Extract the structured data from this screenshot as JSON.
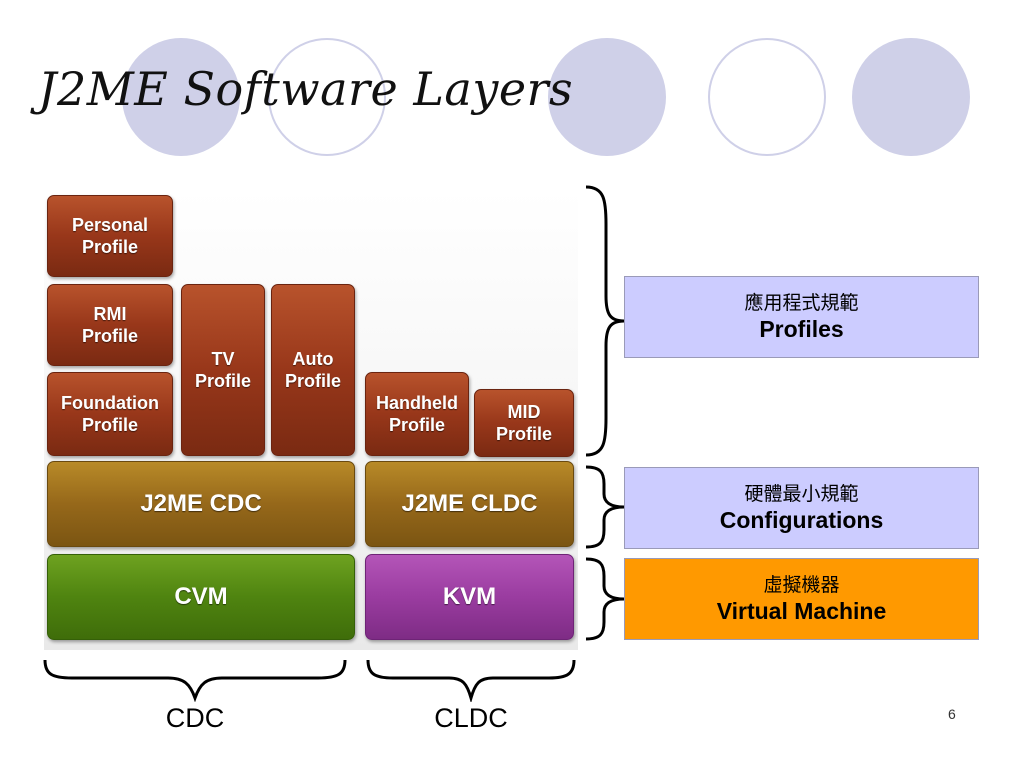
{
  "slide": {
    "title": "J2ME Software Layers",
    "page_number": "6"
  },
  "decor": {
    "circle_fill": "#cfd0e8"
  },
  "stack": {
    "profiles": [
      {
        "id": "personal",
        "label": "Personal\nProfile"
      },
      {
        "id": "rmi",
        "label": "RMI\nProfile"
      },
      {
        "id": "foundation",
        "label": "Foundation\nProfile"
      },
      {
        "id": "tv",
        "label": "TV\nProfile"
      },
      {
        "id": "auto",
        "label": "Auto\nProfile"
      },
      {
        "id": "handheld",
        "label": "Handheld\nProfile"
      },
      {
        "id": "mid",
        "label": "MID\nProfile"
      }
    ],
    "configurations": [
      {
        "id": "cdc",
        "label": "J2ME CDC",
        "color": "#96681a"
      },
      {
        "id": "cldc",
        "label": "J2ME CLDC",
        "color": "#96681a"
      }
    ],
    "virtual_machines": [
      {
        "id": "cvm",
        "label": "CVM",
        "color": "#4f8410"
      },
      {
        "id": "kvm",
        "label": "KVM",
        "color": "#9a3ca0"
      }
    ]
  },
  "legend": {
    "profiles": {
      "zh": "應用程式規範",
      "en": "Profiles",
      "color": "#ccccff"
    },
    "configurations": {
      "zh": "硬體最小規範",
      "en": "Configurations",
      "color": "#ccccff"
    },
    "virtual_machine": {
      "zh": "虛擬機器",
      "en": "Virtual Machine",
      "color": "#ff9900"
    }
  },
  "bottom_labels": {
    "cdc": "CDC",
    "cldc": "CLDC"
  }
}
